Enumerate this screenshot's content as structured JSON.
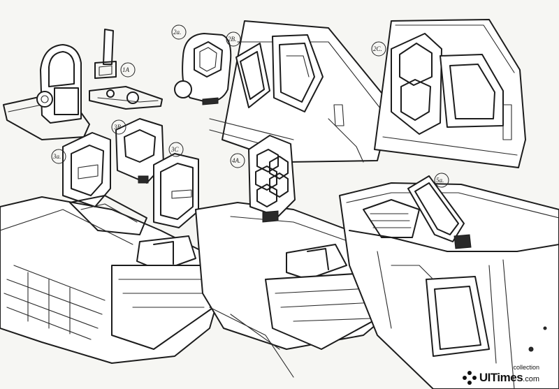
{
  "labels": {
    "l1a": "1A",
    "l2a": "2a.",
    "l2b": "2B.",
    "l2c": "2C.",
    "l3a": "3a.",
    "l3b": "3B",
    "l3c": "3C",
    "l4a": "4A.",
    "l5a": "5a."
  },
  "watermark": {
    "brand": "UITimes",
    "domain": ".com",
    "collection": "collection"
  },
  "colors": {
    "paper": "#f6f6f3",
    "ink": "#1c1c1c"
  }
}
